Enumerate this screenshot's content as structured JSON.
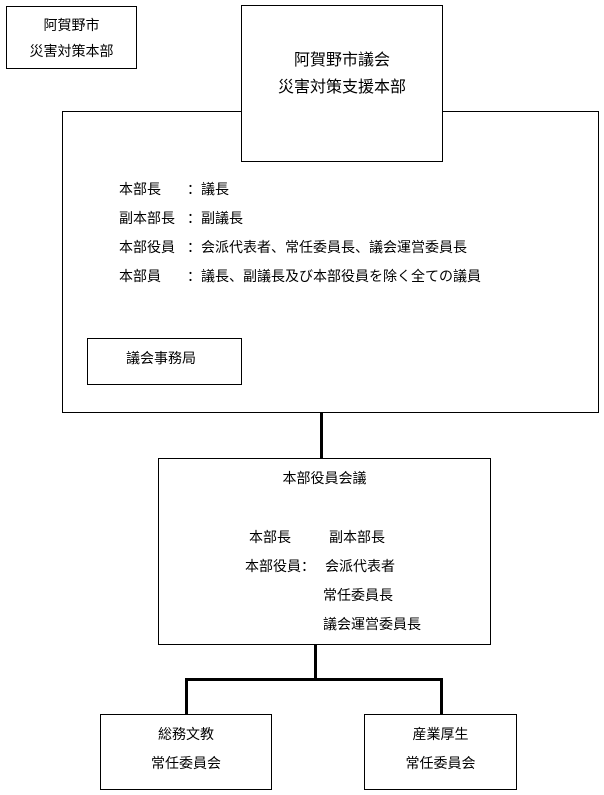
{
  "city_hq": {
    "line1": "阿賀野市",
    "line2": "災害対策本部"
  },
  "council_hq": {
    "title_line1": "阿賀野市議会",
    "title_line2": "災害対策支援本部",
    "roles": [
      {
        "label": "本部長",
        "value": "議長"
      },
      {
        "label": "副本部長",
        "value": "副議長"
      },
      {
        "label": "本部役員",
        "value": "会派代表者、常任委員長、議会運営委員長"
      },
      {
        "label": "本部員",
        "value": "議長、副議長及び本部役員を除く全ての議員"
      }
    ],
    "secretariat": "議会事務局"
  },
  "exec_meeting": {
    "title": "本部役員会議",
    "chief": "本部長",
    "vice_chief": "副本部長",
    "officers_label": "本部役員：",
    "officers": [
      "会派代表者",
      "常任委員長",
      "議会運営委員長"
    ]
  },
  "committees": [
    {
      "line1": "総務文教",
      "line2": "常任委員会"
    },
    {
      "line1": "産業厚生",
      "line2": "常任委員会"
    }
  ]
}
